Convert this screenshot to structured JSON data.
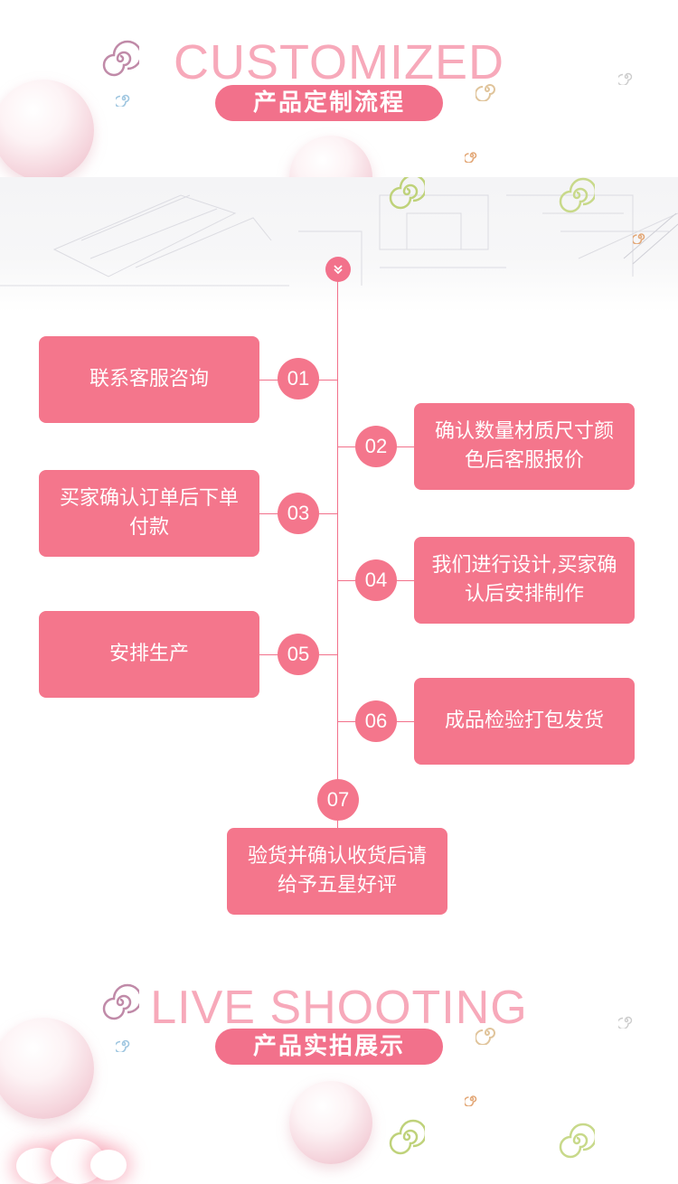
{
  "colors": {
    "accent": "#f4768c",
    "title_pink": "#f7a9ba"
  },
  "header": {
    "title_en": "CUSTOMIZED",
    "title_cn": "产品定制流程"
  },
  "timeline": {
    "top_icon": "chevron-down-icon",
    "steps": [
      {
        "num": "01",
        "text": "联系客服咨询"
      },
      {
        "num": "02",
        "text": "确认数量材质尺寸颜色后客服报价"
      },
      {
        "num": "03",
        "text": "买家确认订单后下单付款"
      },
      {
        "num": "04",
        "text": "我们进行设计,买家确认后安排制作"
      },
      {
        "num": "05",
        "text": "安排生产"
      },
      {
        "num": "06",
        "text": "成品检验打包发货"
      },
      {
        "num": "07",
        "text": "验货并确认收货后请给予五星好评"
      }
    ]
  },
  "footer": {
    "title_en": "LIVE SHOOTING",
    "title_cn": "产品实拍展示"
  }
}
